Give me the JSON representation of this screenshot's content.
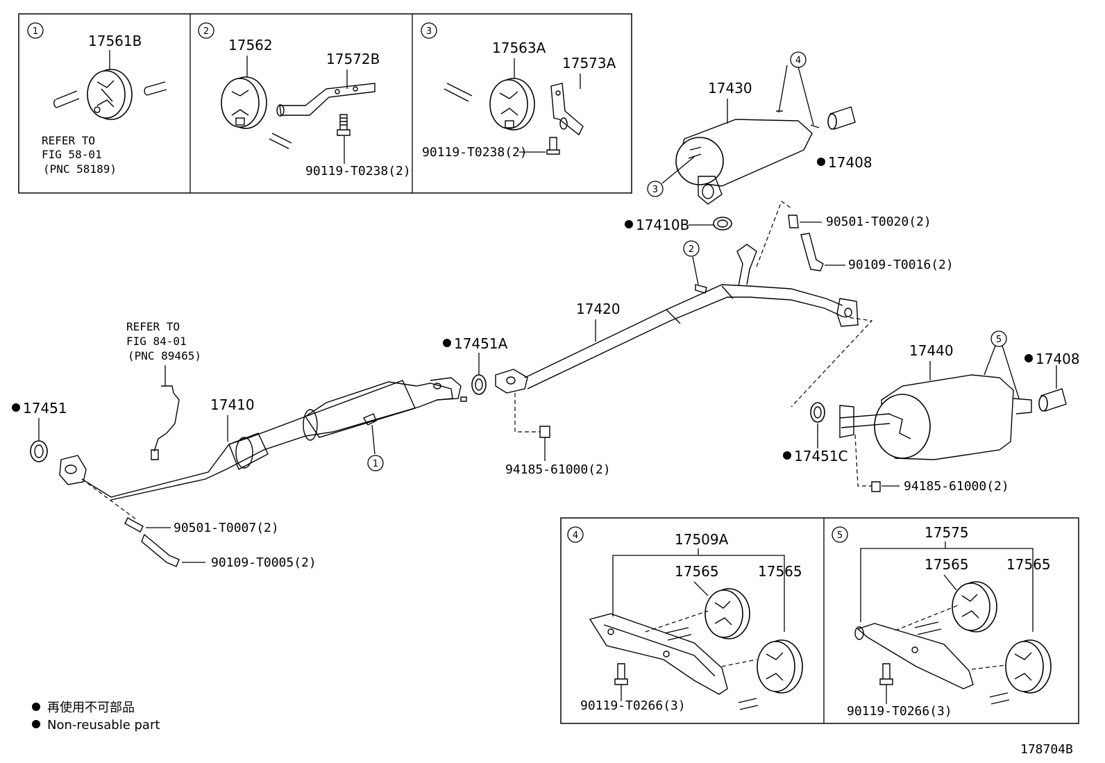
{
  "inset_top": {
    "box1": {
      "num": "1",
      "part": "17561B",
      "refer": [
        "REFER TO",
        "FIG 58-01",
        "(PNC 58189)"
      ]
    },
    "box2": {
      "num": "2",
      "part_a": "17562",
      "part_b": "17572B",
      "bolt": "90119-T0238(2)"
    },
    "box3": {
      "num": "3",
      "part_a": "17563A",
      "part_b": "17573A",
      "bolt": "90119-T0238(2)"
    }
  },
  "main": {
    "p17451": "17451",
    "p17410": "17410",
    "refer_sensor": [
      "REFER TO",
      "FIG 84-01",
      "(PNC 89465)"
    ],
    "callout1": "1",
    "p90501a": "90501-T0007(2)",
    "p90109a": "90109-T0005(2)",
    "p17451A": "17451A",
    "p94185a": "94185-61000(2)",
    "p17420": "17420",
    "callout2": "2",
    "p17410B": "17410B",
    "p90501b": "90501-T0020(2)",
    "p90109b": "90109-T0016(2)",
    "p17430": "17430",
    "callout4": "4",
    "callout3": "3",
    "p17408a": "17408",
    "p17440": "17440",
    "callout5": "5",
    "p17408b": "17408",
    "p17451C": "17451C",
    "p94185b": "94185-61000(2)"
  },
  "inset_bottom": {
    "box4": {
      "num": "4",
      "assy": "17509A",
      "hanger_a": "17565",
      "hanger_b": "17565",
      "bolt": "90119-T0266(3)"
    },
    "box5": {
      "num": "5",
      "assy": "17575",
      "hanger_a": "17565",
      "hanger_b": "17565",
      "bolt": "90119-T0266(3)"
    }
  },
  "legend": {
    "jp": "再使用不可部品",
    "en": "Non-reusable part"
  },
  "figure_id": "178704B"
}
